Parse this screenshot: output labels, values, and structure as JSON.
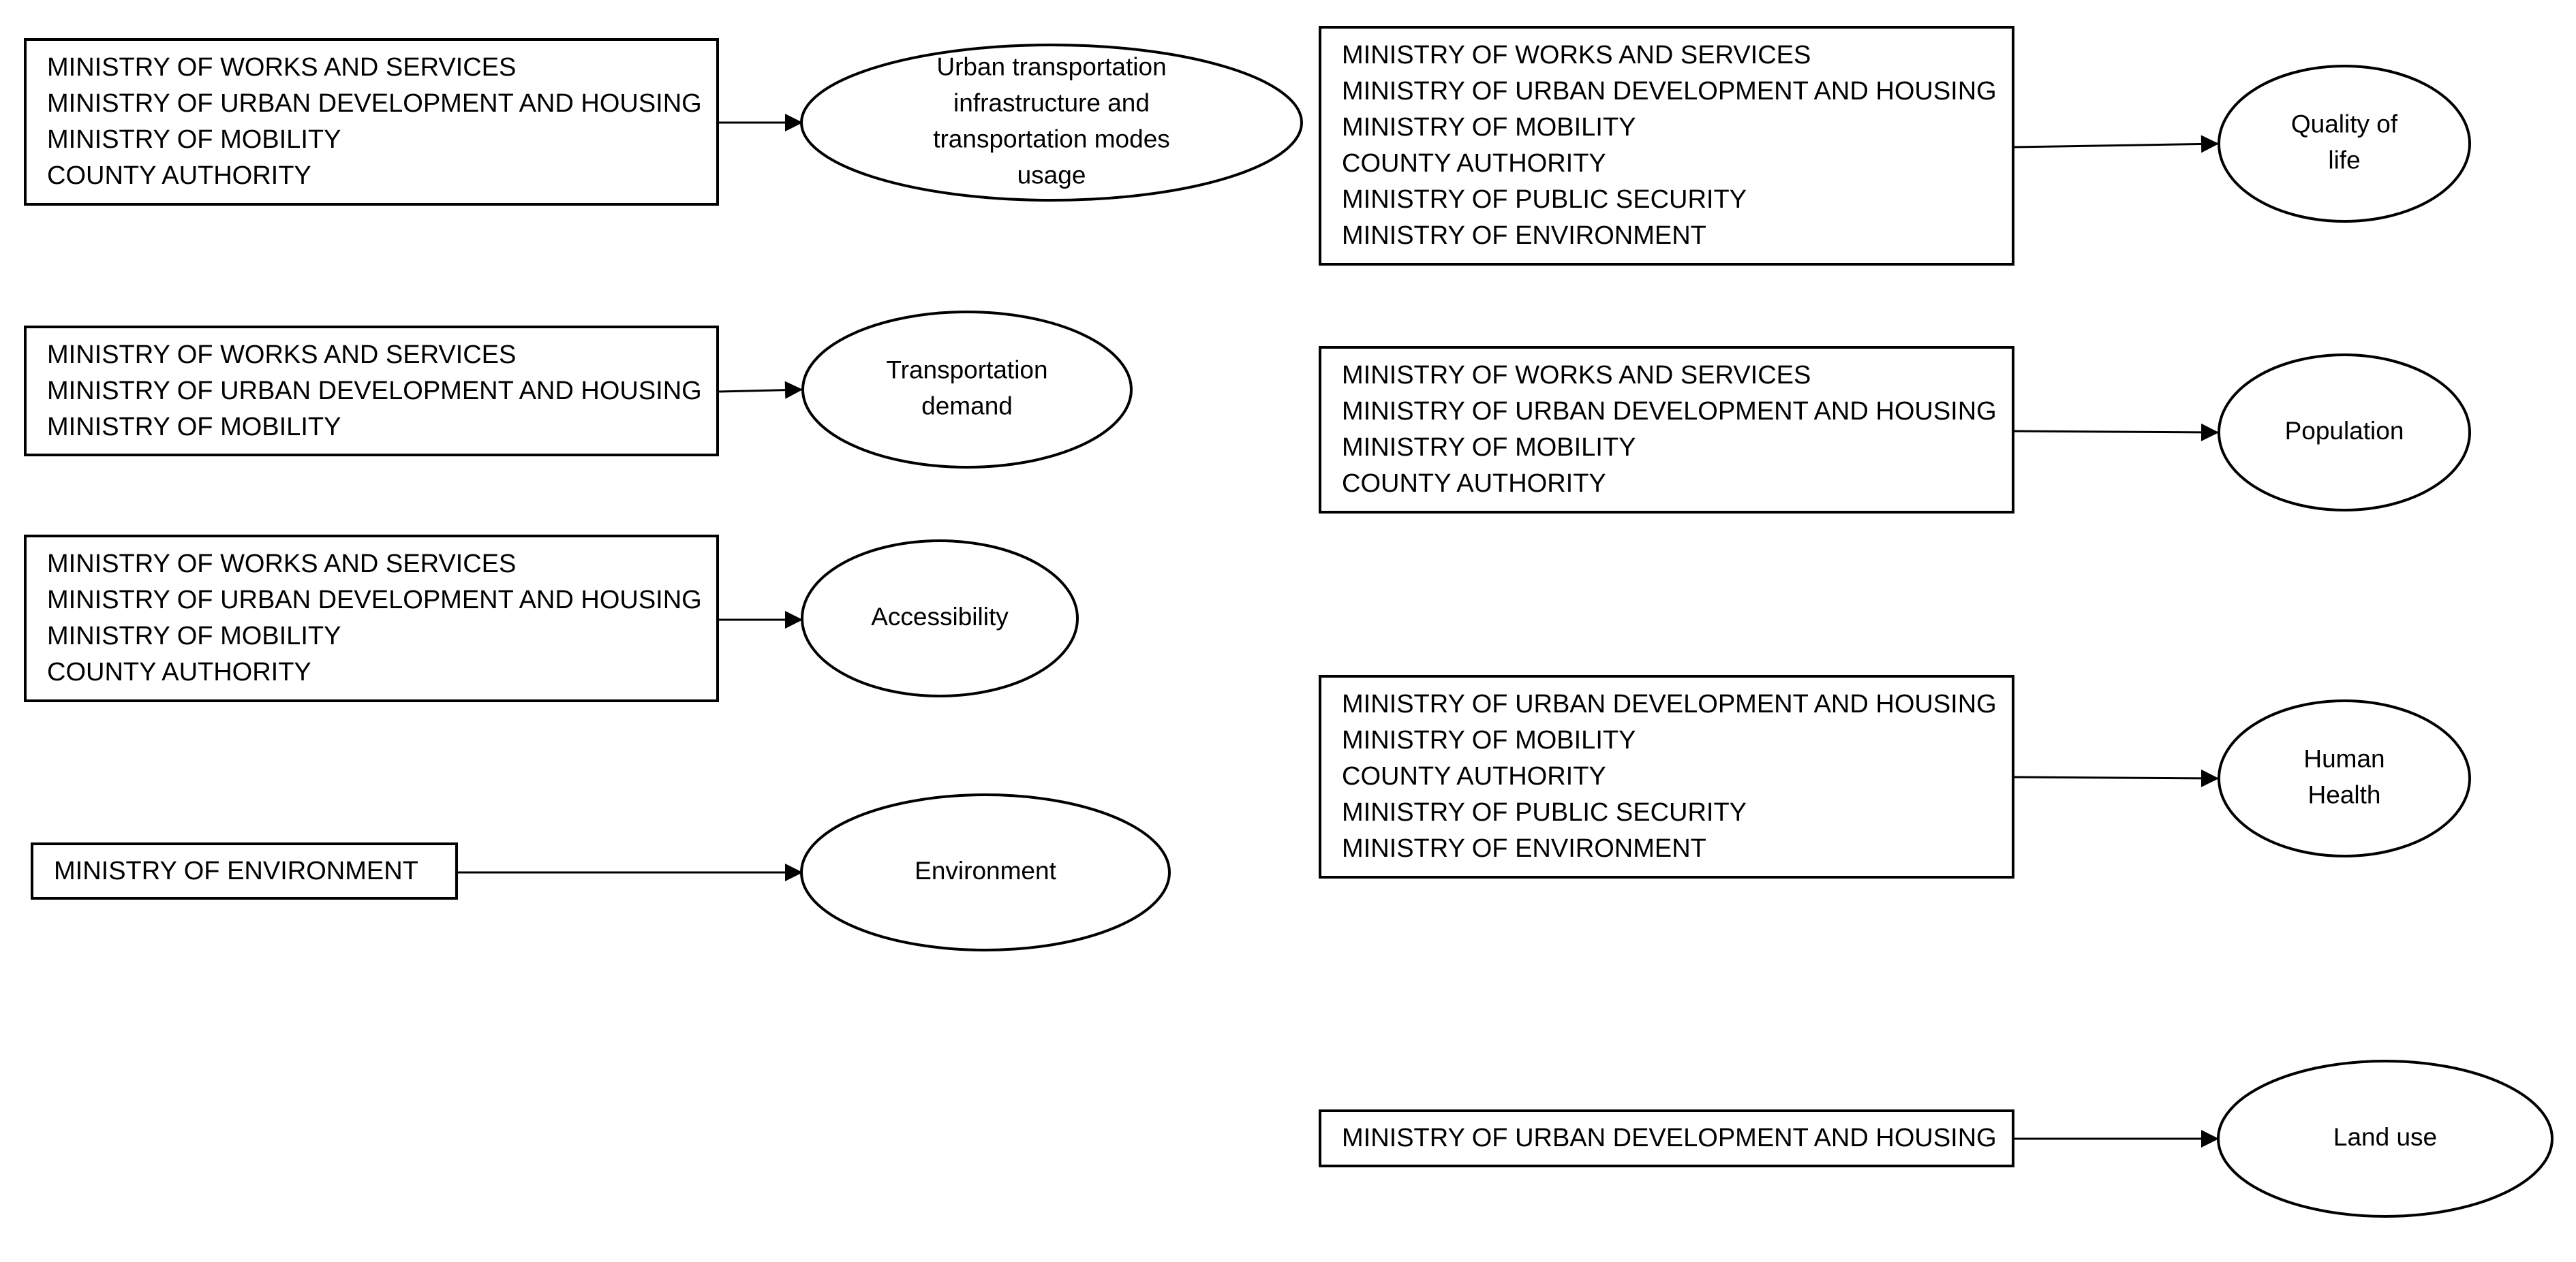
{
  "diagram": {
    "blocks": [
      {
        "id": "urban-transport",
        "agencies": [
          "MINISTRY OF WORKS AND SERVICES",
          "MINISTRY OF URBAN DEVELOPMENT AND HOUSING",
          "MINISTRY OF MOBILITY",
          "COUNTY AUTHORITY"
        ],
        "outcome": [
          "Urban transportation",
          "infrastructure and",
          "transportation modes",
          "usage"
        ]
      },
      {
        "id": "transport-demand",
        "agencies": [
          "MINISTRY OF WORKS AND SERVICES",
          "MINISTRY OF URBAN DEVELOPMENT AND HOUSING",
          "MINISTRY OF MOBILITY"
        ],
        "outcome": [
          "Transportation",
          "demand"
        ]
      },
      {
        "id": "accessibility",
        "agencies": [
          "MINISTRY OF WORKS AND SERVICES",
          "MINISTRY OF URBAN DEVELOPMENT AND HOUSING",
          "MINISTRY OF MOBILITY",
          "COUNTY AUTHORITY"
        ],
        "outcome": [
          "Accessibility"
        ]
      },
      {
        "id": "environment",
        "agencies": [
          "MINISTRY OF ENVIRONMENT"
        ],
        "outcome": [
          "Environment"
        ]
      },
      {
        "id": "quality-of-life",
        "agencies": [
          "MINISTRY OF WORKS AND SERVICES",
          "MINISTRY OF URBAN DEVELOPMENT AND HOUSING",
          "MINISTRY OF MOBILITY",
          "COUNTY AUTHORITY",
          "MINISTRY OF PUBLIC SECURITY",
          "MINISTRY OF ENVIRONMENT"
        ],
        "outcome": [
          "Quality of",
          "life"
        ]
      },
      {
        "id": "population",
        "agencies": [
          "MINISTRY OF WORKS AND SERVICES",
          "MINISTRY OF URBAN DEVELOPMENT AND HOUSING",
          "MINISTRY OF MOBILITY",
          "COUNTY AUTHORITY"
        ],
        "outcome": [
          "Population"
        ]
      },
      {
        "id": "human-health",
        "agencies": [
          "MINISTRY OF URBAN DEVELOPMENT AND HOUSING",
          "MINISTRY OF MOBILITY",
          "COUNTY AUTHORITY",
          "MINISTRY OF PUBLIC SECURITY",
          "MINISTRY OF ENVIRONMENT"
        ],
        "outcome": [
          "Human",
          "Health"
        ]
      },
      {
        "id": "land-use",
        "agencies": [
          "MINISTRY OF URBAN DEVELOPMENT AND HOUSING"
        ],
        "outcome": [
          "Land use"
        ]
      }
    ]
  }
}
